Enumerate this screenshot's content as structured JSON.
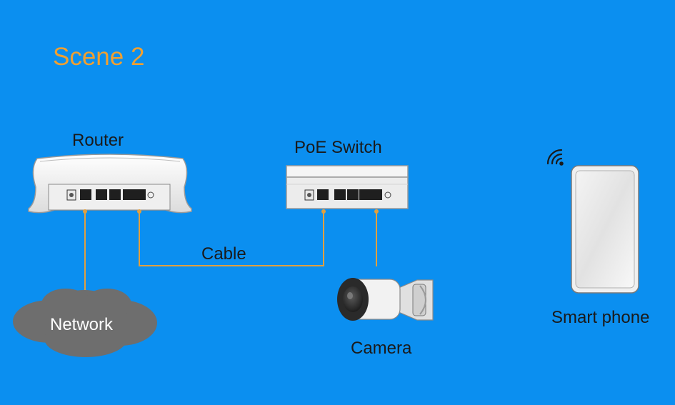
{
  "title": "Scene 2",
  "colors": {
    "background": "#0b8ff0",
    "title": "#f0a030",
    "connector": "#e0a040",
    "cloud": "#6e6e6e"
  },
  "nodes": {
    "router": {
      "label": "Router",
      "icon": "router-icon"
    },
    "poe_switch": {
      "label": "PoE Switch",
      "icon": "switch-icon"
    },
    "network": {
      "label": "Network",
      "icon": "cloud-icon"
    },
    "camera": {
      "label": "Camera",
      "icon": "camera-icon"
    },
    "smart_phone": {
      "label": "Smart phone",
      "icon": "smartphone-icon",
      "signal_icon": "wifi-icon"
    }
  },
  "edges": [
    {
      "from": "network",
      "to": "router",
      "label": ""
    },
    {
      "from": "router",
      "to": "poe_switch",
      "label": "Cable"
    },
    {
      "from": "poe_switch",
      "to": "camera",
      "label": ""
    }
  ]
}
